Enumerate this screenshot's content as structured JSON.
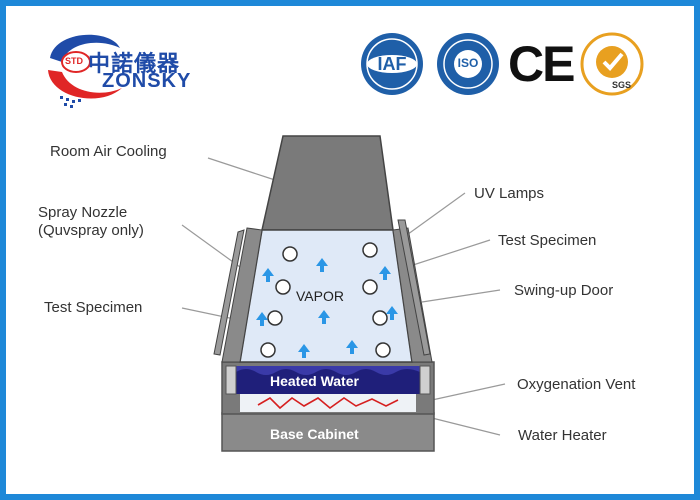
{
  "header": {
    "logo": {
      "badge": "STD",
      "name_cn": "中諾儀器",
      "name_en": "ZONSKY"
    },
    "certifications": [
      {
        "name": "iaf-logo",
        "text": "IAF"
      },
      {
        "name": "iso-logo",
        "text": "ISO"
      },
      {
        "name": "ce-mark",
        "text": "CE"
      },
      {
        "name": "sgs-logo",
        "text": "SGS"
      }
    ]
  },
  "diagram": {
    "labels": {
      "room_air_cooling": "Room Air Cooling",
      "spray_nozzle_line1": "Spray Nozzle",
      "spray_nozzle_line2": "(Quvspray only)",
      "test_specimen_left": "Test Specimen",
      "uv_lamps": "UV Lamps",
      "test_specimen_right": "Test Specimen",
      "swing_up_door": "Swing-up Door",
      "oxygenation_vent": "Oxygenation Vent",
      "water_heater": "Water Heater"
    },
    "inner": {
      "vapor": "VAPOR",
      "heated_water": "Heated Water",
      "base_cabinet": "Base Cabinet"
    },
    "colors": {
      "housing": "#7a7a7a",
      "chamber": "#dfe9f7",
      "arrow": "#2a96e6",
      "water": "#1f1f7a",
      "heater_coil": "#d62020",
      "pointer": "#9a9a9a"
    }
  }
}
